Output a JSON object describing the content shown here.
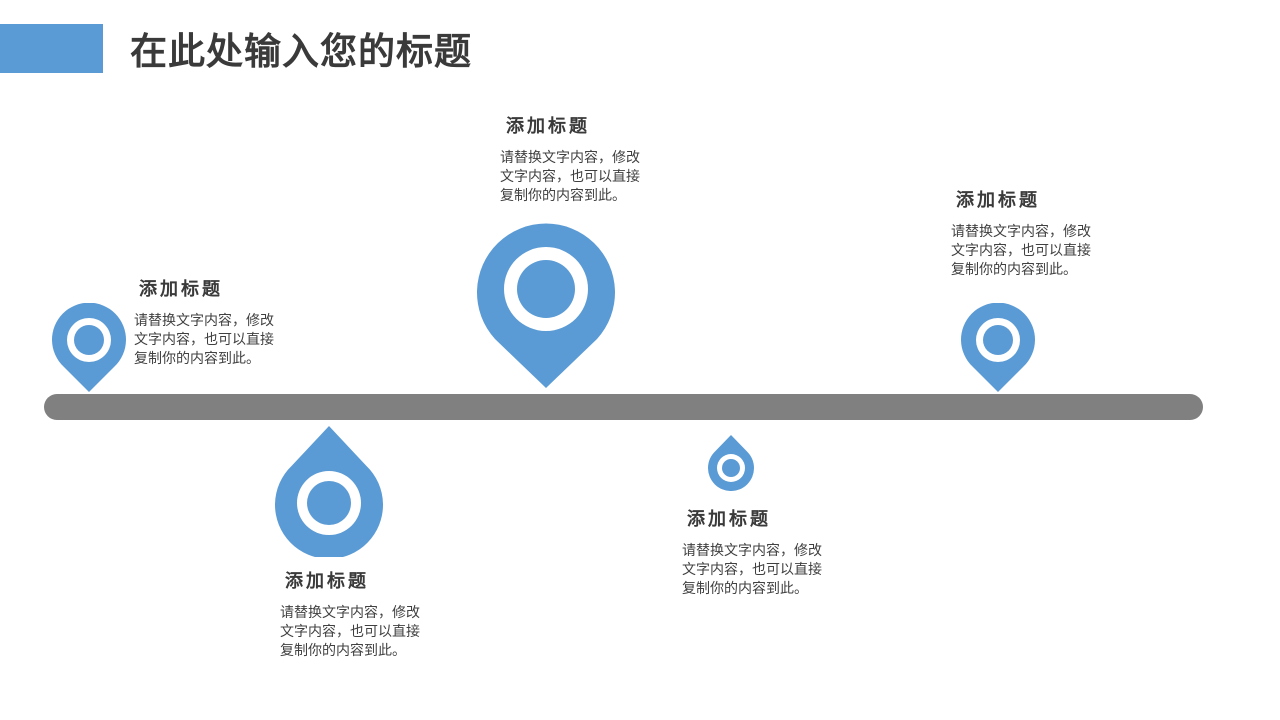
{
  "header": {
    "title": "在此处输入您的标题",
    "accent_color": "#5b9bd5"
  },
  "timeline": {
    "bar_color": "#808080",
    "pin_color": "#5b9bd5"
  },
  "items": [
    {
      "heading": "添加标题",
      "body": "请替换文字内容，修改\n文字内容，也可以直接\n复制你的内容到此。"
    },
    {
      "heading": "添加标题",
      "body": "请替换文字内容，修改\n文字内容，也可以直接\n复制你的内容到此。"
    },
    {
      "heading": "添加标题",
      "body": "请替换文字内容，修改\n文字内容，也可以直接\n复制你的内容到此。"
    },
    {
      "heading": "添加标题",
      "body": "请替换文字内容，修改\n文字内容，也可以直接\n复制你的内容到此。"
    },
    {
      "heading": "添加标题",
      "body": "请替换文字内容，修改\n文字内容，也可以直接\n复制你的内容到此。"
    }
  ]
}
